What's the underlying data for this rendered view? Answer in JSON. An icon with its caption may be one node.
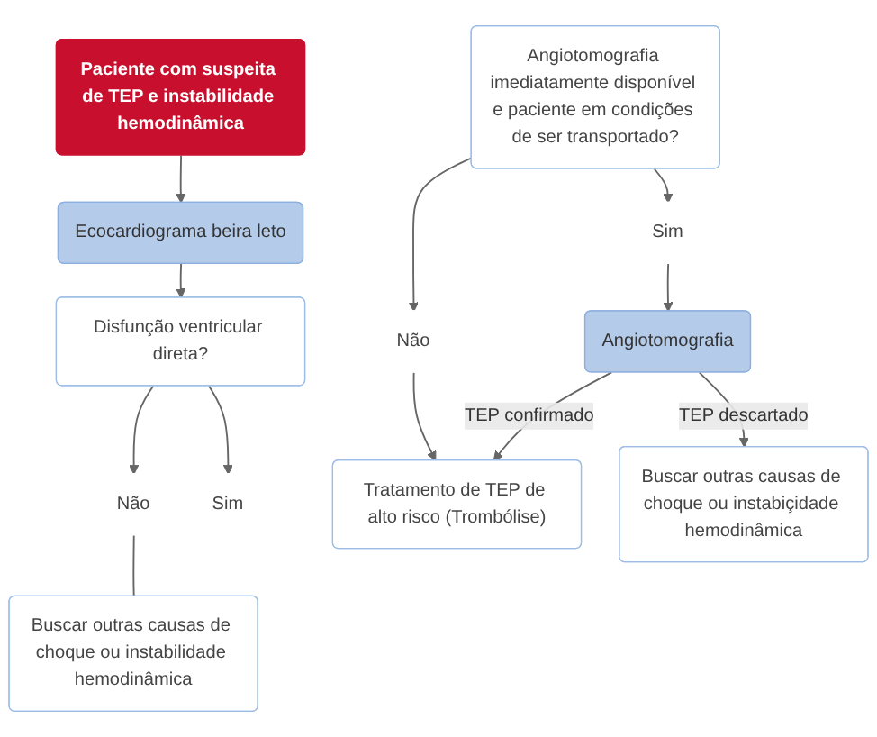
{
  "diagram": {
    "nodes": [
      {
        "text": [
          "Paciente com suspeita de TEP e instabilidade hemodinâmica"
        ]
      },
      {
        "text": [
          "Ecocardiograma beira leto"
        ]
      },
      {
        "text": [
          "Disfunção ventricular direta?"
        ]
      },
      {
        "text": [
          "Não"
        ]
      },
      {
        "text": [
          "Sim"
        ]
      },
      {
        "text": [
          "Angiotomografia imediatamente disponível e paciente em condições de ser transportado?"
        ]
      },
      {
        "text": [
          "Não"
        ]
      },
      {
        "text": [
          "Sim"
        ]
      },
      {
        "text": [
          "Angiotomografia"
        ]
      },
      {
        "text": [
          "Buscar outras causas de choque ou instabilidade hemodinâmica"
        ]
      },
      {
        "text": [
          "Tratamento de TEP de alto risco (Trombólise)"
        ]
      },
      {
        "text": [
          "Buscar outras causas de choque ou instabiçidade hemodinâmica"
        ]
      }
    ],
    "edges": [
      {
        "from": 0,
        "to": 1,
        "arrow": "to"
      },
      {
        "from": 1,
        "to": 2,
        "arrow": "to"
      },
      {
        "from": 2,
        "to": 3,
        "arrow": "to"
      },
      {
        "from": 2,
        "to": 4,
        "arrow": "to"
      },
      {
        "from": 3,
        "to": 9,
        "arrow": "none"
      },
      {
        "from": 5,
        "to": 6,
        "arrow": "to"
      },
      {
        "from": 5,
        "to": 7,
        "arrow": "to"
      },
      {
        "from": 7,
        "to": 8,
        "arrow": "to"
      },
      {
        "from": 6,
        "to": 10,
        "arrow": "to"
      },
      {
        "from": 8,
        "to": 10,
        "arrow": "to",
        "label": "TEP confirmado"
      },
      {
        "from": 8,
        "to": 11,
        "arrow": "to",
        "label": "TEP descartado"
      }
    ]
  }
}
